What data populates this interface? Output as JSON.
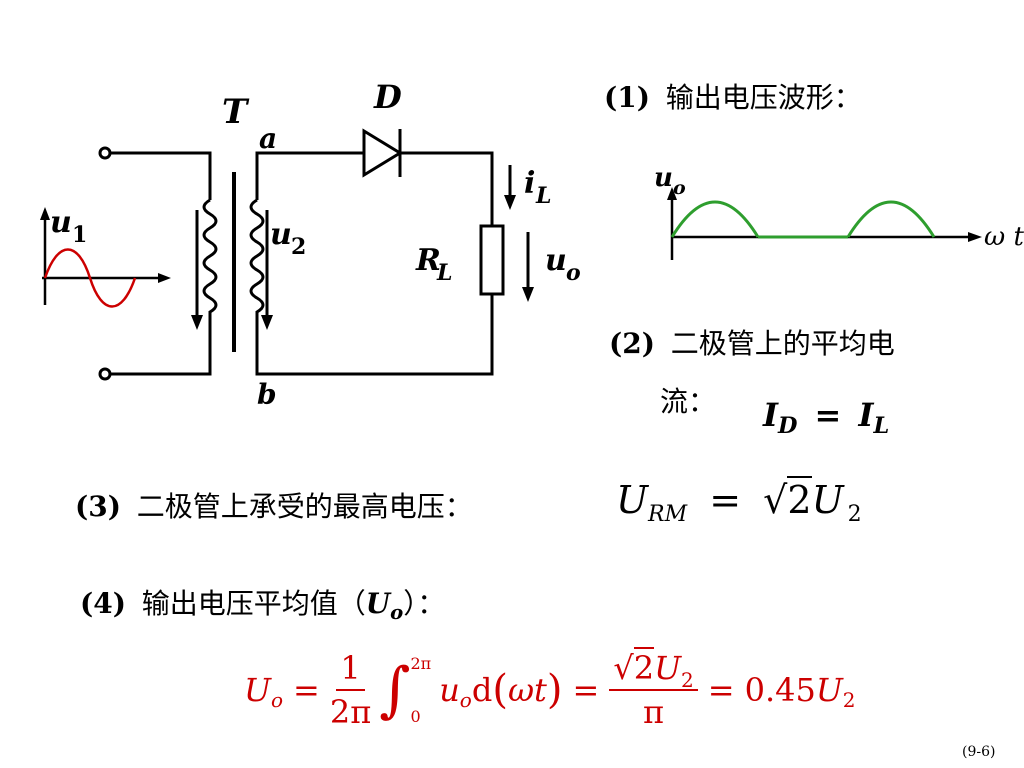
{
  "circuit": {
    "transformer_label": "T",
    "node_a": "a",
    "node_b": "b",
    "diode_label": "D",
    "input_label": "u",
    "input_sub": "1",
    "secondary_label": "u",
    "secondary_sub": "2",
    "current_label": "i",
    "current_sub": "L",
    "load_label": "R",
    "load_sub": "L",
    "output_label": "u",
    "output_sub": "o"
  },
  "item1": {
    "num": "(1)",
    "text": "输出电压波形：",
    "waveform_y_label": "u",
    "waveform_y_sub": "o",
    "waveform_x_label": "ω t"
  },
  "item2": {
    "num": "(2)",
    "text_line1": "二极管上的平均电",
    "text_line2": "流：",
    "formula_lhs": "I",
    "formula_lhs_sub": "D",
    "formula_eq": "=",
    "formula_rhs": "I",
    "formula_rhs_sub": "L"
  },
  "item3": {
    "num": "(3)",
    "text": "二极管上承受的最高电压：",
    "formula_lhs": "U",
    "formula_lhs_sub": "RM",
    "formula_eq": "=",
    "formula_rhs_coef": "2",
    "formula_rhs": "U",
    "formula_rhs_sub": "2"
  },
  "item4": {
    "num": "(4)",
    "text_before": "输出电压平均值（",
    "text_var": "U",
    "text_var_sub": "o",
    "text_after": "）：",
    "formula": {
      "lhs": "U",
      "lhs_sub": "o",
      "eq1": "=",
      "frac1_num": "1",
      "frac1_den": "2π",
      "int_upper": "2π",
      "int_lower": "0",
      "integrand": "u",
      "integrand_sub": "o",
      "differential": "d",
      "omega_t": "ωt",
      "eq2": "=",
      "frac2_num_coef": "2",
      "frac2_num_var": "U",
      "frac2_num_sub": "2",
      "frac2_den": "π",
      "eq3": "=",
      "result_coef": "0.45",
      "result_var": "U",
      "result_sub": "2"
    }
  },
  "page_number": "(9-6)",
  "colors": {
    "waveform": "#2e9e2e",
    "formula": "#cc0000",
    "text": "#000000"
  }
}
